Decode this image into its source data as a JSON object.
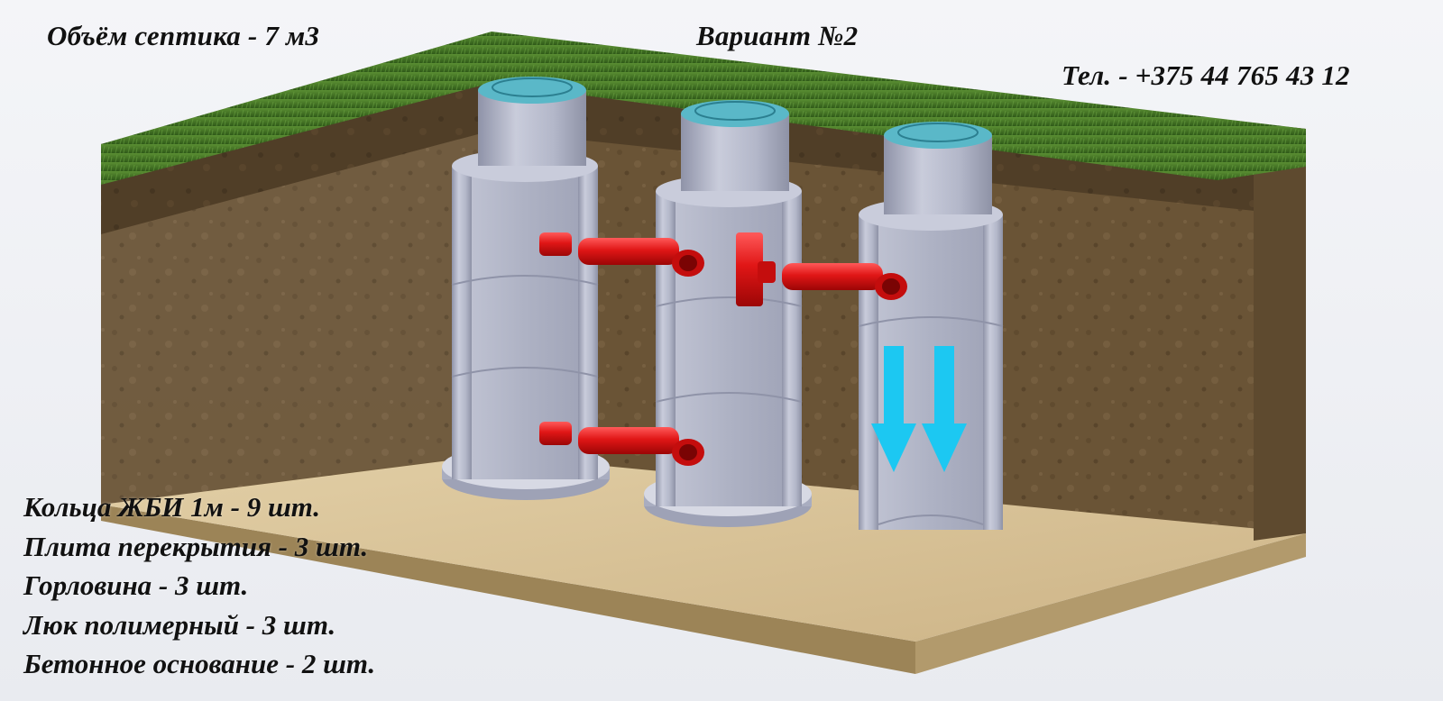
{
  "header": {
    "volume": "Объём септика - 7 м3",
    "variant": "Вариант №2",
    "phone": "Тел. - +375 44 765 43 12"
  },
  "parts": [
    "Кольца ЖБИ 1м - 9 шт.",
    "Плита перекрытия - 3 шт.",
    "Горловина - 3 шт.",
    "Люк полимерный - 3 шт.",
    "Бетонное основание - 2 шт."
  ],
  "colors": {
    "grass": "#3f6e22",
    "soil": "#6a5436",
    "sand": "#d8c39a",
    "concrete": "#b6bacc",
    "pipe": "#e01616",
    "hatch": "#5ab8c8",
    "flow_arrow": "#1cc8f2"
  },
  "icons": [
    "flow-down-arrow-icon",
    "manhole-hatch-icon"
  ]
}
